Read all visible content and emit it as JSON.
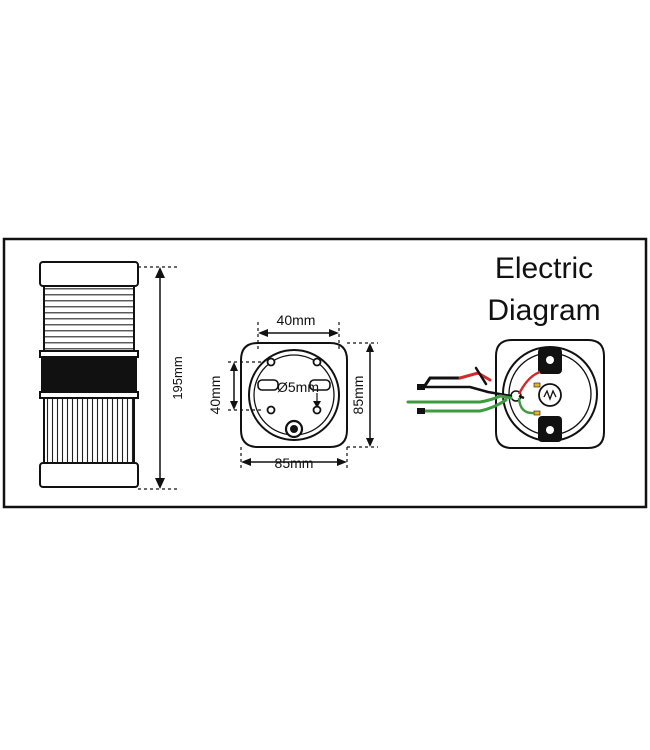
{
  "panel": {
    "title_line1": "Electric",
    "title_line2": "Diagram"
  },
  "dimensions": {
    "height": "195mm",
    "hole_spacing_horizontal": "40mm",
    "hole_spacing_vertical": "40mm",
    "hole_diameter": "Ø5mm",
    "base_width": "85mm",
    "base_depth": "85mm"
  },
  "wire_colors": {
    "red": "#d62828",
    "green": "#3f9b3f",
    "black": "#111111"
  },
  "icons": [
    "bulb-icon"
  ]
}
